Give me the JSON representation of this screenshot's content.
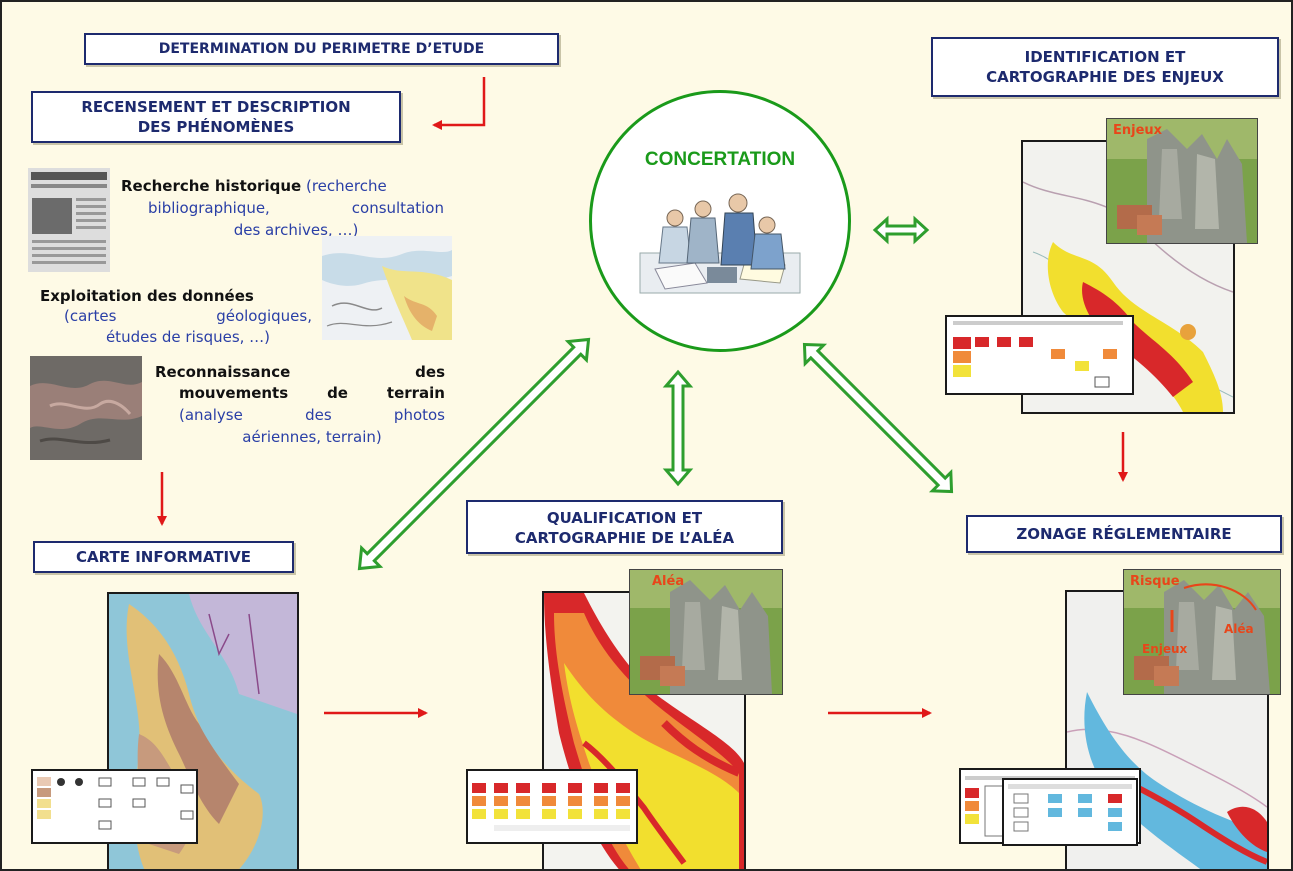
{
  "boxes": {
    "perimetre": "DETERMINATION DU PERIMETRE D’ETUDE",
    "recensement_l1": "RECENSEMENT ET DESCRIPTION",
    "recensement_l2": "DES PHÉNOMÈNES",
    "enjeux_l1": "IDENTIFICATION ET",
    "enjeux_l2": "CARTOGRAPHIE DES ENJEUX",
    "carte_informative": "CARTE INFORMATIVE",
    "alea_l1": "QUALIFICATION ET",
    "alea_l2": "CARTOGRAPHIE DE L’ALÉA",
    "zonage": "ZONAGE RÉGLEMENTAIRE"
  },
  "concertation": "CONCERTATION",
  "phenomenes": {
    "recherche_title": "Recherche historique",
    "recherche_l1": "(recherche",
    "recherche_l2": "bibliographique, consultation",
    "recherche_l3": "des archives, …)",
    "exploitation_title": "Exploitation des données",
    "exploitation_l1": "(cartes géologiques,",
    "exploitation_l2": "études de risques, …)",
    "reco_l1": "Reconnaissance des",
    "reco_l2": "mouvements de terrain",
    "reco_l3": "(analyse des photos",
    "reco_l4": "aériennes, terrain)"
  },
  "map_labels": {
    "enjeux_photo": "Enjeux",
    "alea_photo": "Aléa",
    "zonage_risque": "Risque",
    "zonage_alea": "Aléa",
    "zonage_enjeux": "Enjeux"
  },
  "colors": {
    "frame_blue": "#1d2a6e",
    "concertation_green": "#1a9a1a",
    "arrow_red": "#e01818",
    "arrow_green": "#2e9e2e",
    "background": "#fefae6",
    "hazard_red": "#d8282a",
    "hazard_orange": "#f08a3a",
    "hazard_yellow": "#f2e23a",
    "zone_blue": "#62b8de"
  },
  "icons": [
    "newspaper-icon",
    "geology-map-icon",
    "aerial-photo-icon",
    "meeting-illustration-icon"
  ]
}
